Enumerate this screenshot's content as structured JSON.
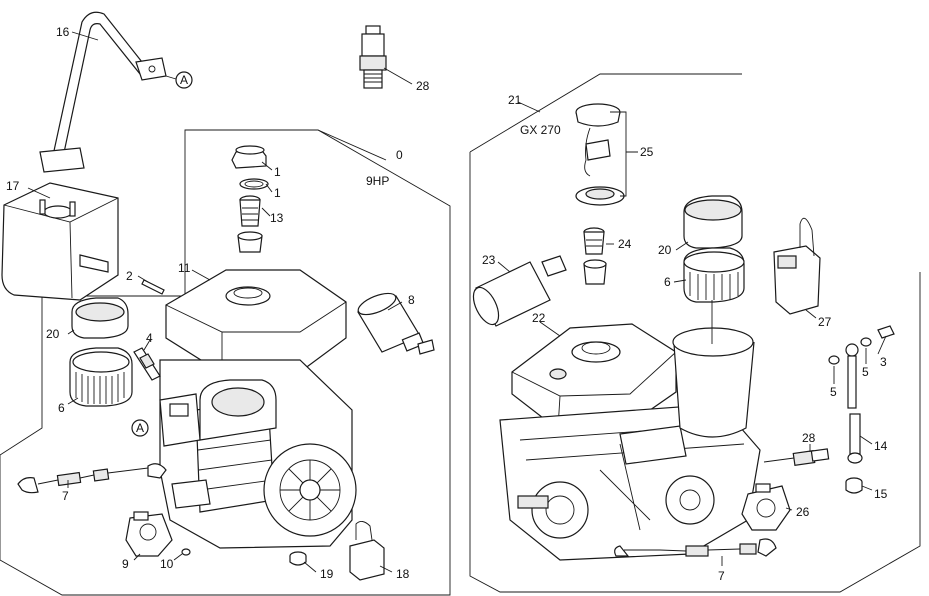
{
  "panel_left": {
    "number": "0",
    "model": "9HP"
  },
  "panel_right": {
    "number": "21",
    "model": "GX 270"
  },
  "ref_marker": "A",
  "callouts_left": [
    "16",
    "28",
    "17",
    "1",
    "1",
    "13",
    "2",
    "11",
    "8",
    "20",
    "4",
    "6",
    "7",
    "9",
    "10",
    "19",
    "18"
  ],
  "callouts_right": [
    "25",
    "23",
    "24",
    "20",
    "6",
    "22",
    "27",
    "3",
    "5",
    "5",
    "28",
    "14",
    "15",
    "26",
    "7"
  ]
}
